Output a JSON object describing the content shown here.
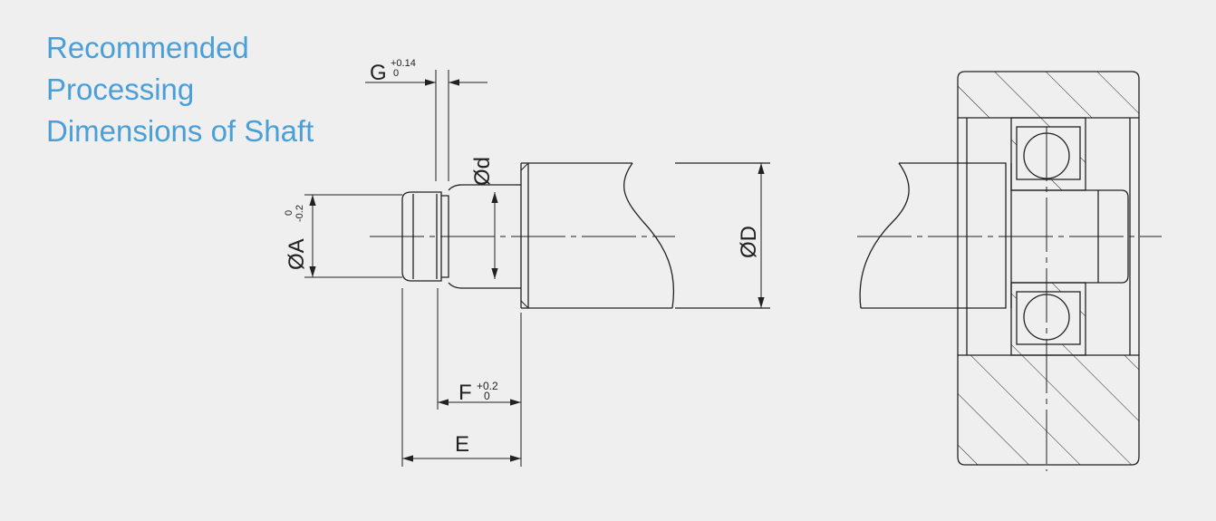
{
  "title": {
    "line1": "Recommended",
    "line2": "Processing",
    "line3": "Dimensions of Shaft"
  },
  "dimensions": {
    "G": {
      "label": "G",
      "tol_upper": "+0.14",
      "tol_lower": "0"
    },
    "d": {
      "label": "Ød"
    },
    "A": {
      "label": "ØA",
      "tol_upper": "0",
      "tol_lower": "-0.2"
    },
    "D": {
      "label": "ØD"
    },
    "F": {
      "label": "F",
      "tol_upper": "+0.2",
      "tol_lower": "0"
    },
    "E": {
      "label": "E"
    }
  },
  "colors": {
    "title": "#4a9fd8",
    "line": "#222222",
    "background": "#efefef"
  }
}
